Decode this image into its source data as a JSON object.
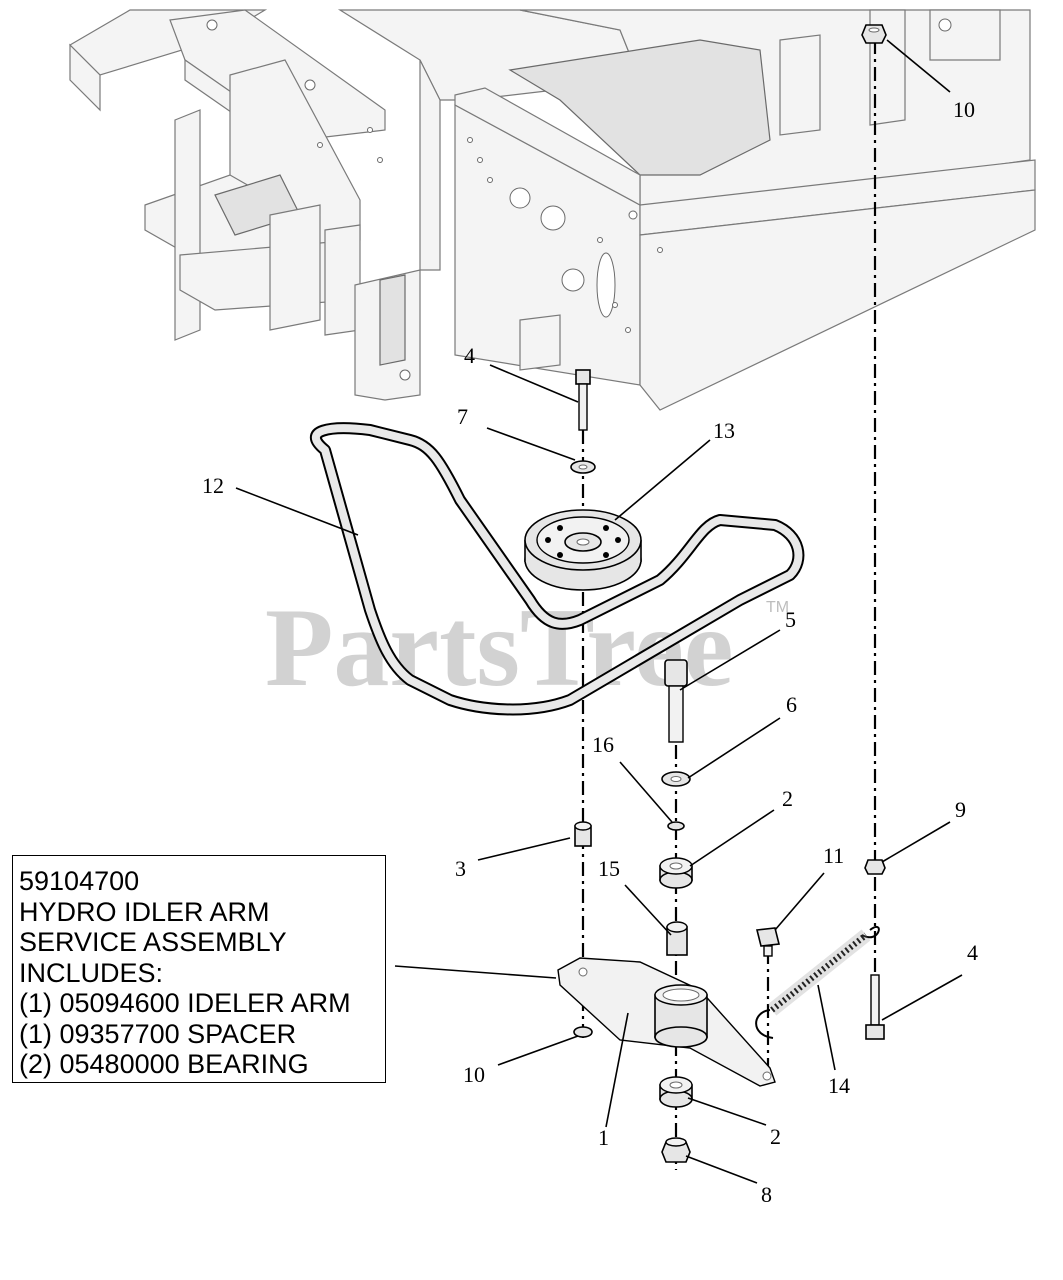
{
  "watermark": {
    "brand": "PartsTree",
    "trademark": "TM"
  },
  "callouts": [
    {
      "id": "c10-top",
      "label": "10"
    },
    {
      "id": "c4-top",
      "label": "4"
    },
    {
      "id": "c7",
      "label": "7"
    },
    {
      "id": "c13",
      "label": "13"
    },
    {
      "id": "c12",
      "label": "12"
    },
    {
      "id": "c5",
      "label": "5"
    },
    {
      "id": "c6",
      "label": "6"
    },
    {
      "id": "c16",
      "label": "16"
    },
    {
      "id": "c2-top",
      "label": "2"
    },
    {
      "id": "c9",
      "label": "9"
    },
    {
      "id": "c3",
      "label": "3"
    },
    {
      "id": "c15",
      "label": "15"
    },
    {
      "id": "c11",
      "label": "11"
    },
    {
      "id": "c4-right",
      "label": "4"
    },
    {
      "id": "c10-bottom",
      "label": "10"
    },
    {
      "id": "c14",
      "label": "14"
    },
    {
      "id": "c1",
      "label": "1"
    },
    {
      "id": "c2-bottom",
      "label": "2"
    },
    {
      "id": "c8",
      "label": "8"
    }
  ],
  "assembly_note": {
    "part_number": "59104700",
    "title_line1": "HYDRO IDLER ARM",
    "title_line2": "SERVICE ASSEMBLY",
    "includes": "INCLUDES:",
    "items": [
      "(1) 05094600 IDELER ARM",
      "(1) 09357700 SPACER",
      "(2) 05480000 BEARING"
    ]
  }
}
